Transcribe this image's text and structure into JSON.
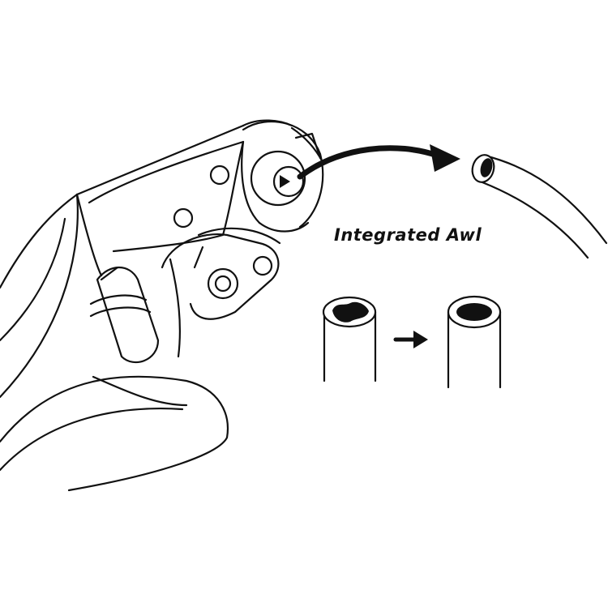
{
  "caption": "Integrated Awl",
  "colors": {
    "ink": "#111111",
    "background": "#ffffff"
  },
  "illustration": {
    "tool": "cable-cutter-pliers",
    "before": "crushed-cable-end",
    "after": "opened-round-cable-end"
  }
}
